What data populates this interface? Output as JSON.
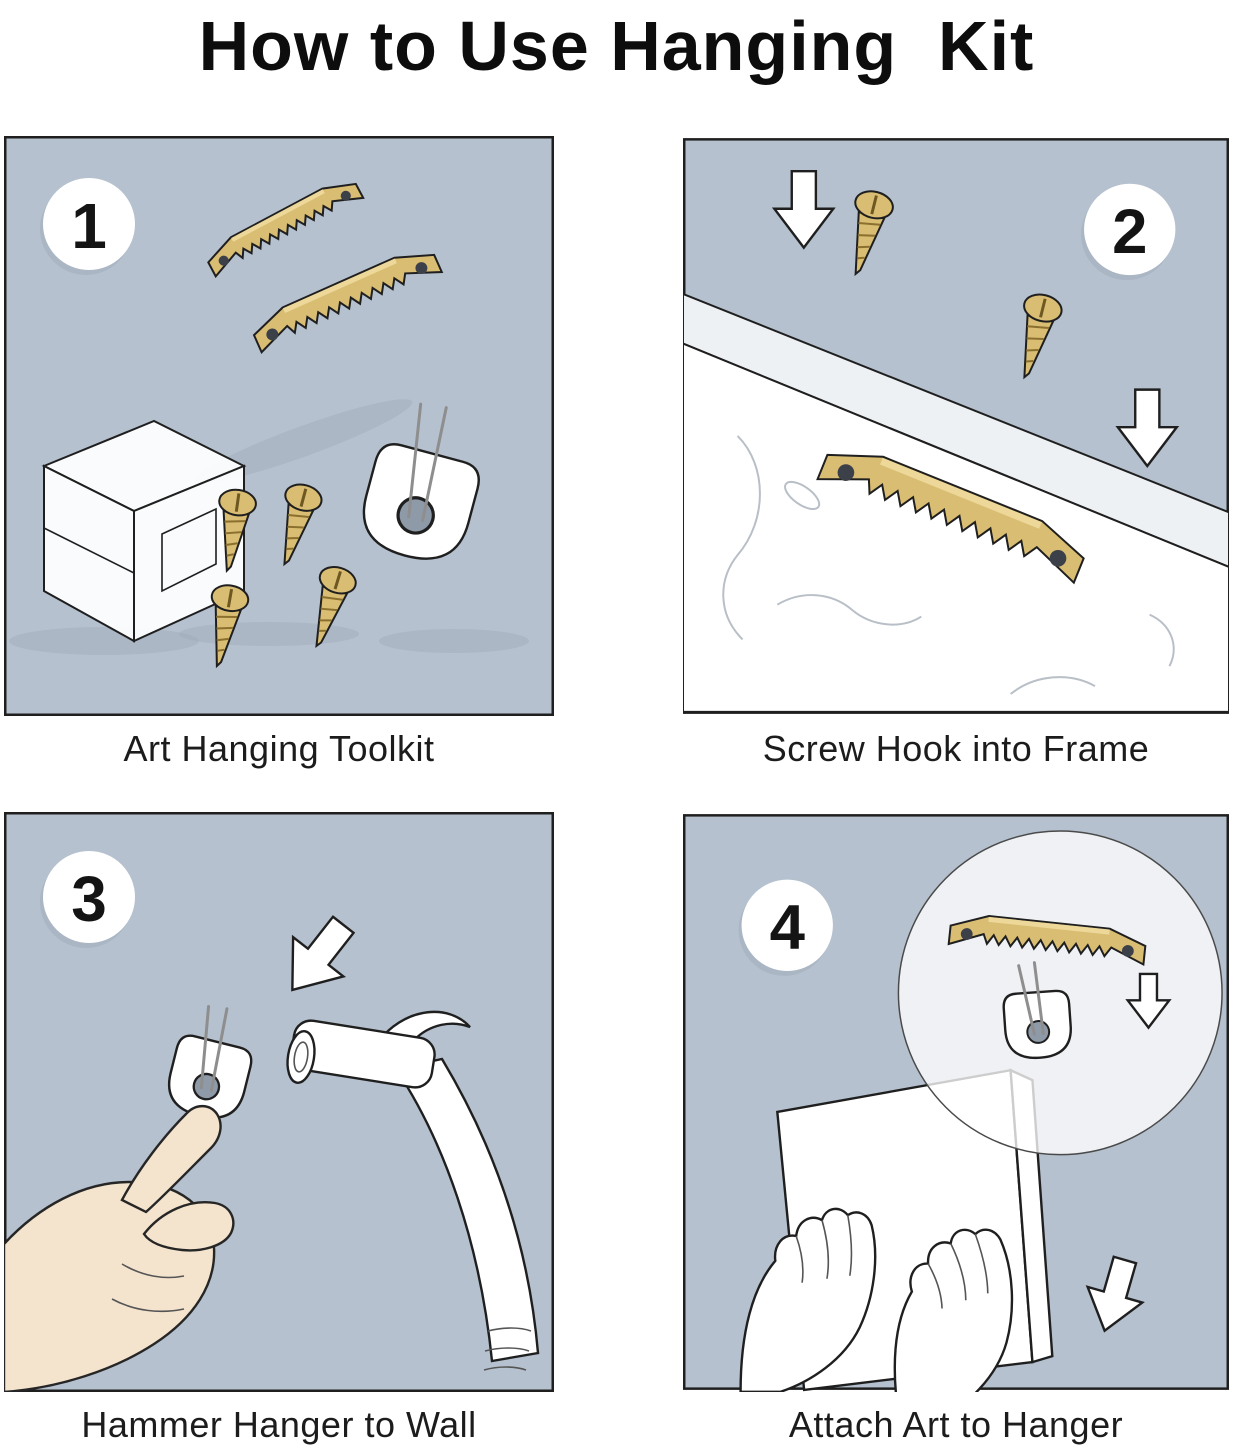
{
  "title": "How to Use Hanging  Kit",
  "panels": [
    {
      "number": "1",
      "caption": "Art Hanging Toolkit"
    },
    {
      "number": "2",
      "caption": "Screw Hook into Frame"
    },
    {
      "number": "3",
      "caption": "Hammer Hanger to Wall"
    },
    {
      "number": "4",
      "caption": "Attach Art to Hanger"
    }
  ],
  "colors": {
    "page_bg": "#ffffff",
    "panel_bg": "#b5c1ce",
    "panel_border": "#1f1f1f",
    "brass": "#d9bd72",
    "brass_dark": "#8a6f2e",
    "outline": "#1f1f1f",
    "skin": "#f4e3cd",
    "metal_pin": "#8e8e8e",
    "shadow": "#9fabba",
    "hole": "#3c4048",
    "grain": "#b9bfc7"
  }
}
